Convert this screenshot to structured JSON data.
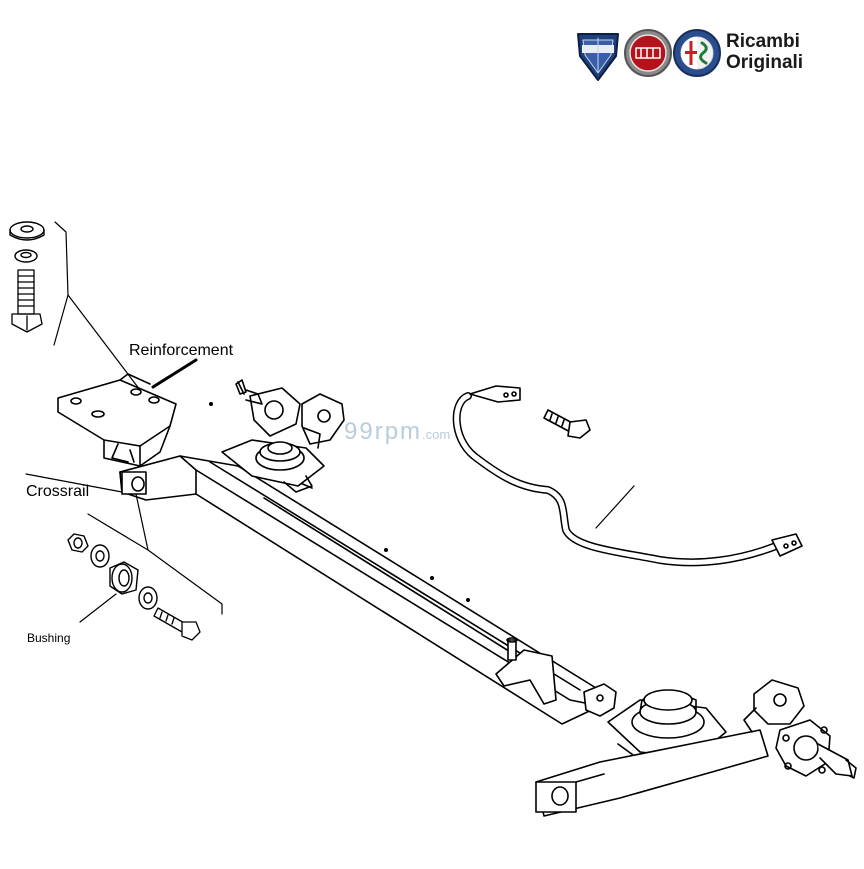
{
  "brand": {
    "line1": "Ricambi",
    "line2": "Originali",
    "logos": [
      "lancia-logo",
      "fiat-logo",
      "alfa-romeo-logo"
    ],
    "colors": {
      "lancia": "#1f3f7a",
      "fiat": "#b5121b",
      "alfa": "#2a4d8f",
      "alfa_cross": "#cc1f24",
      "alfa_snake": "#1d7a3a"
    }
  },
  "watermark": {
    "main": "99rpm",
    "suffix": ".com"
  },
  "labels": {
    "reinforcement": "Reinforcement",
    "crossrail": "Crossrail",
    "bushing": "Bushing"
  }
}
